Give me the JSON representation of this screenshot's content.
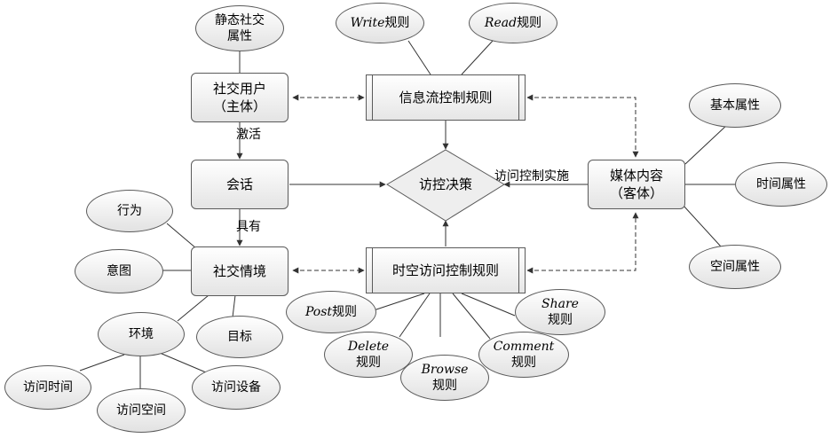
{
  "nodes": {
    "static_social_attr": "静态社交\n属性",
    "social_user": "社交用户\n（主体）",
    "session": "会话",
    "social_context": "社交情境",
    "behavior": "行为",
    "intent": "意图",
    "environment": "环境",
    "goal": "目标",
    "access_time": "访问时间",
    "access_space": "访问空间",
    "access_device": "访问设备",
    "write_rule": {
      "prefix": "Write",
      "suffix": "规则"
    },
    "read_rule": {
      "prefix": "Read",
      "suffix": "规则"
    },
    "info_flow_rules": "信息流控制规则",
    "access_decision": "访控决策",
    "spatiotemporal_rules": "时空访问控制规则",
    "post_rule": {
      "prefix": "Post",
      "suffix": "规则"
    },
    "delete_rule": {
      "prefix": "Delete",
      "suffix": "规则"
    },
    "browse_rule": {
      "prefix": "Browse",
      "suffix": "规则"
    },
    "comment_rule": {
      "prefix": "Comment",
      "suffix": "规则"
    },
    "share_rule": {
      "prefix": "Share",
      "suffix": "规则"
    },
    "media_content": "媒体内容\n（客体）",
    "basic_attr": "基本属性",
    "time_attr": "时间属性",
    "space_attr": "空间属性"
  },
  "edge_labels": {
    "activate": "激活",
    "has": "具有",
    "enforce": "访问控制实施"
  }
}
